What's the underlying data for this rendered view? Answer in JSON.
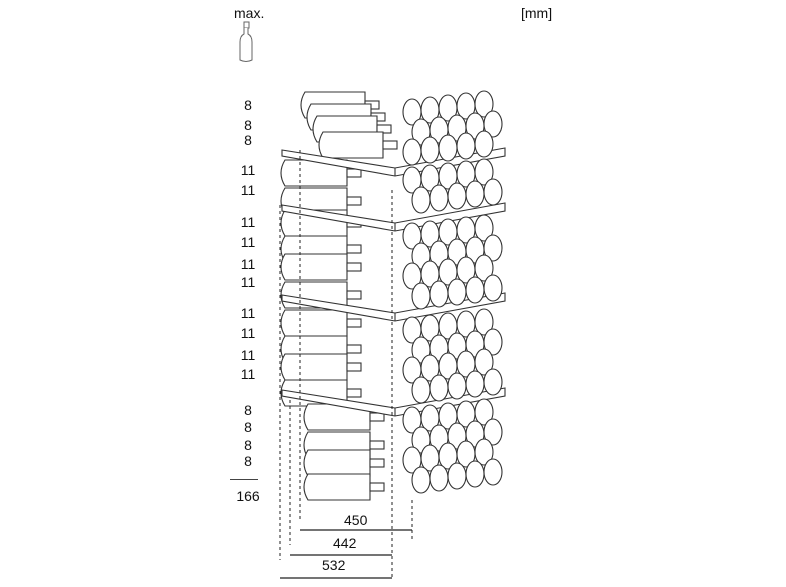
{
  "header": {
    "max_label": "max.",
    "unit_label": "[mm]"
  },
  "shelf_counts": [
    "8",
    "8",
    "8",
    "11",
    "11",
    "11",
    "11",
    "11",
    "11",
    "11",
    "11",
    "11",
    "11",
    "8",
    "8",
    "8",
    "8"
  ],
  "total": "166",
  "dimensions": {
    "depth_1": "450",
    "depth_2": "442",
    "depth_3": "532"
  },
  "icons": {
    "bottle": "bottle-icon"
  }
}
